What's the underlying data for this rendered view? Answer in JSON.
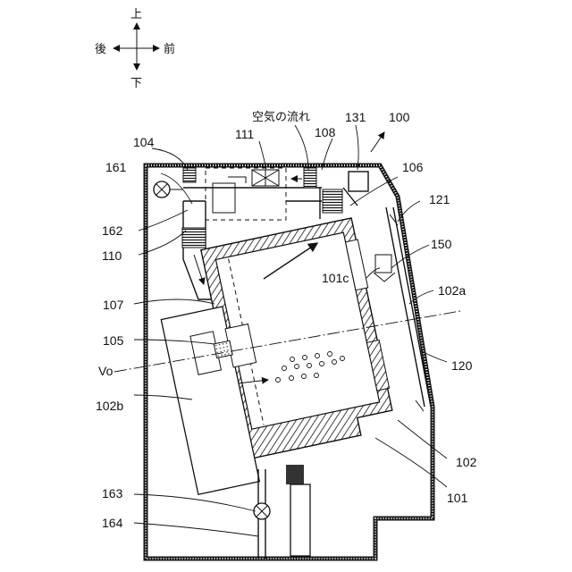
{
  "directions": {
    "up": "上",
    "down": "下",
    "rear": "後",
    "front": "前"
  },
  "airflow_label": "空気の流れ",
  "labels": {
    "n100": "100",
    "n131": "131",
    "n108": "108",
    "n111": "111",
    "n104": "104",
    "n106": "106",
    "n161": "161",
    "n121": "121",
    "n162": "162",
    "n150": "150",
    "n110": "110",
    "n101c": "101c",
    "n102a": "102a",
    "n107": "107",
    "n105": "105",
    "n120": "120",
    "vo": "Vo",
    "n102b": "102b",
    "n102": "102",
    "n163": "163",
    "n101": "101",
    "n164": "164"
  },
  "colors": {
    "line": "#111111",
    "background": "#ffffff"
  }
}
